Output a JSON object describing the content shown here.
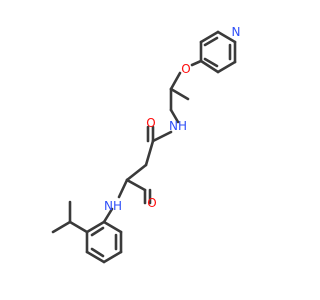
{
  "colors": {
    "bond": "#3a3a3a",
    "oxygen": "#ff0d0d",
    "nitrogen": "#3050f8",
    "background": "#ffffff"
  },
  "molecule": {
    "atoms": [
      {
        "id": "o_ether",
        "symbol": "O",
        "element": "oxygen"
      },
      {
        "id": "n_pyr",
        "symbol": "N",
        "element": "nitrogen"
      },
      {
        "id": "o_amide1",
        "symbol": "O",
        "element": "oxygen"
      },
      {
        "id": "nh_amide1",
        "symbol": "NH",
        "element": "nitrogen"
      },
      {
        "id": "o_amide2",
        "symbol": "O",
        "element": "oxygen"
      },
      {
        "id": "nh_amide2",
        "symbol": "NH",
        "element": "nitrogen"
      }
    ]
  }
}
